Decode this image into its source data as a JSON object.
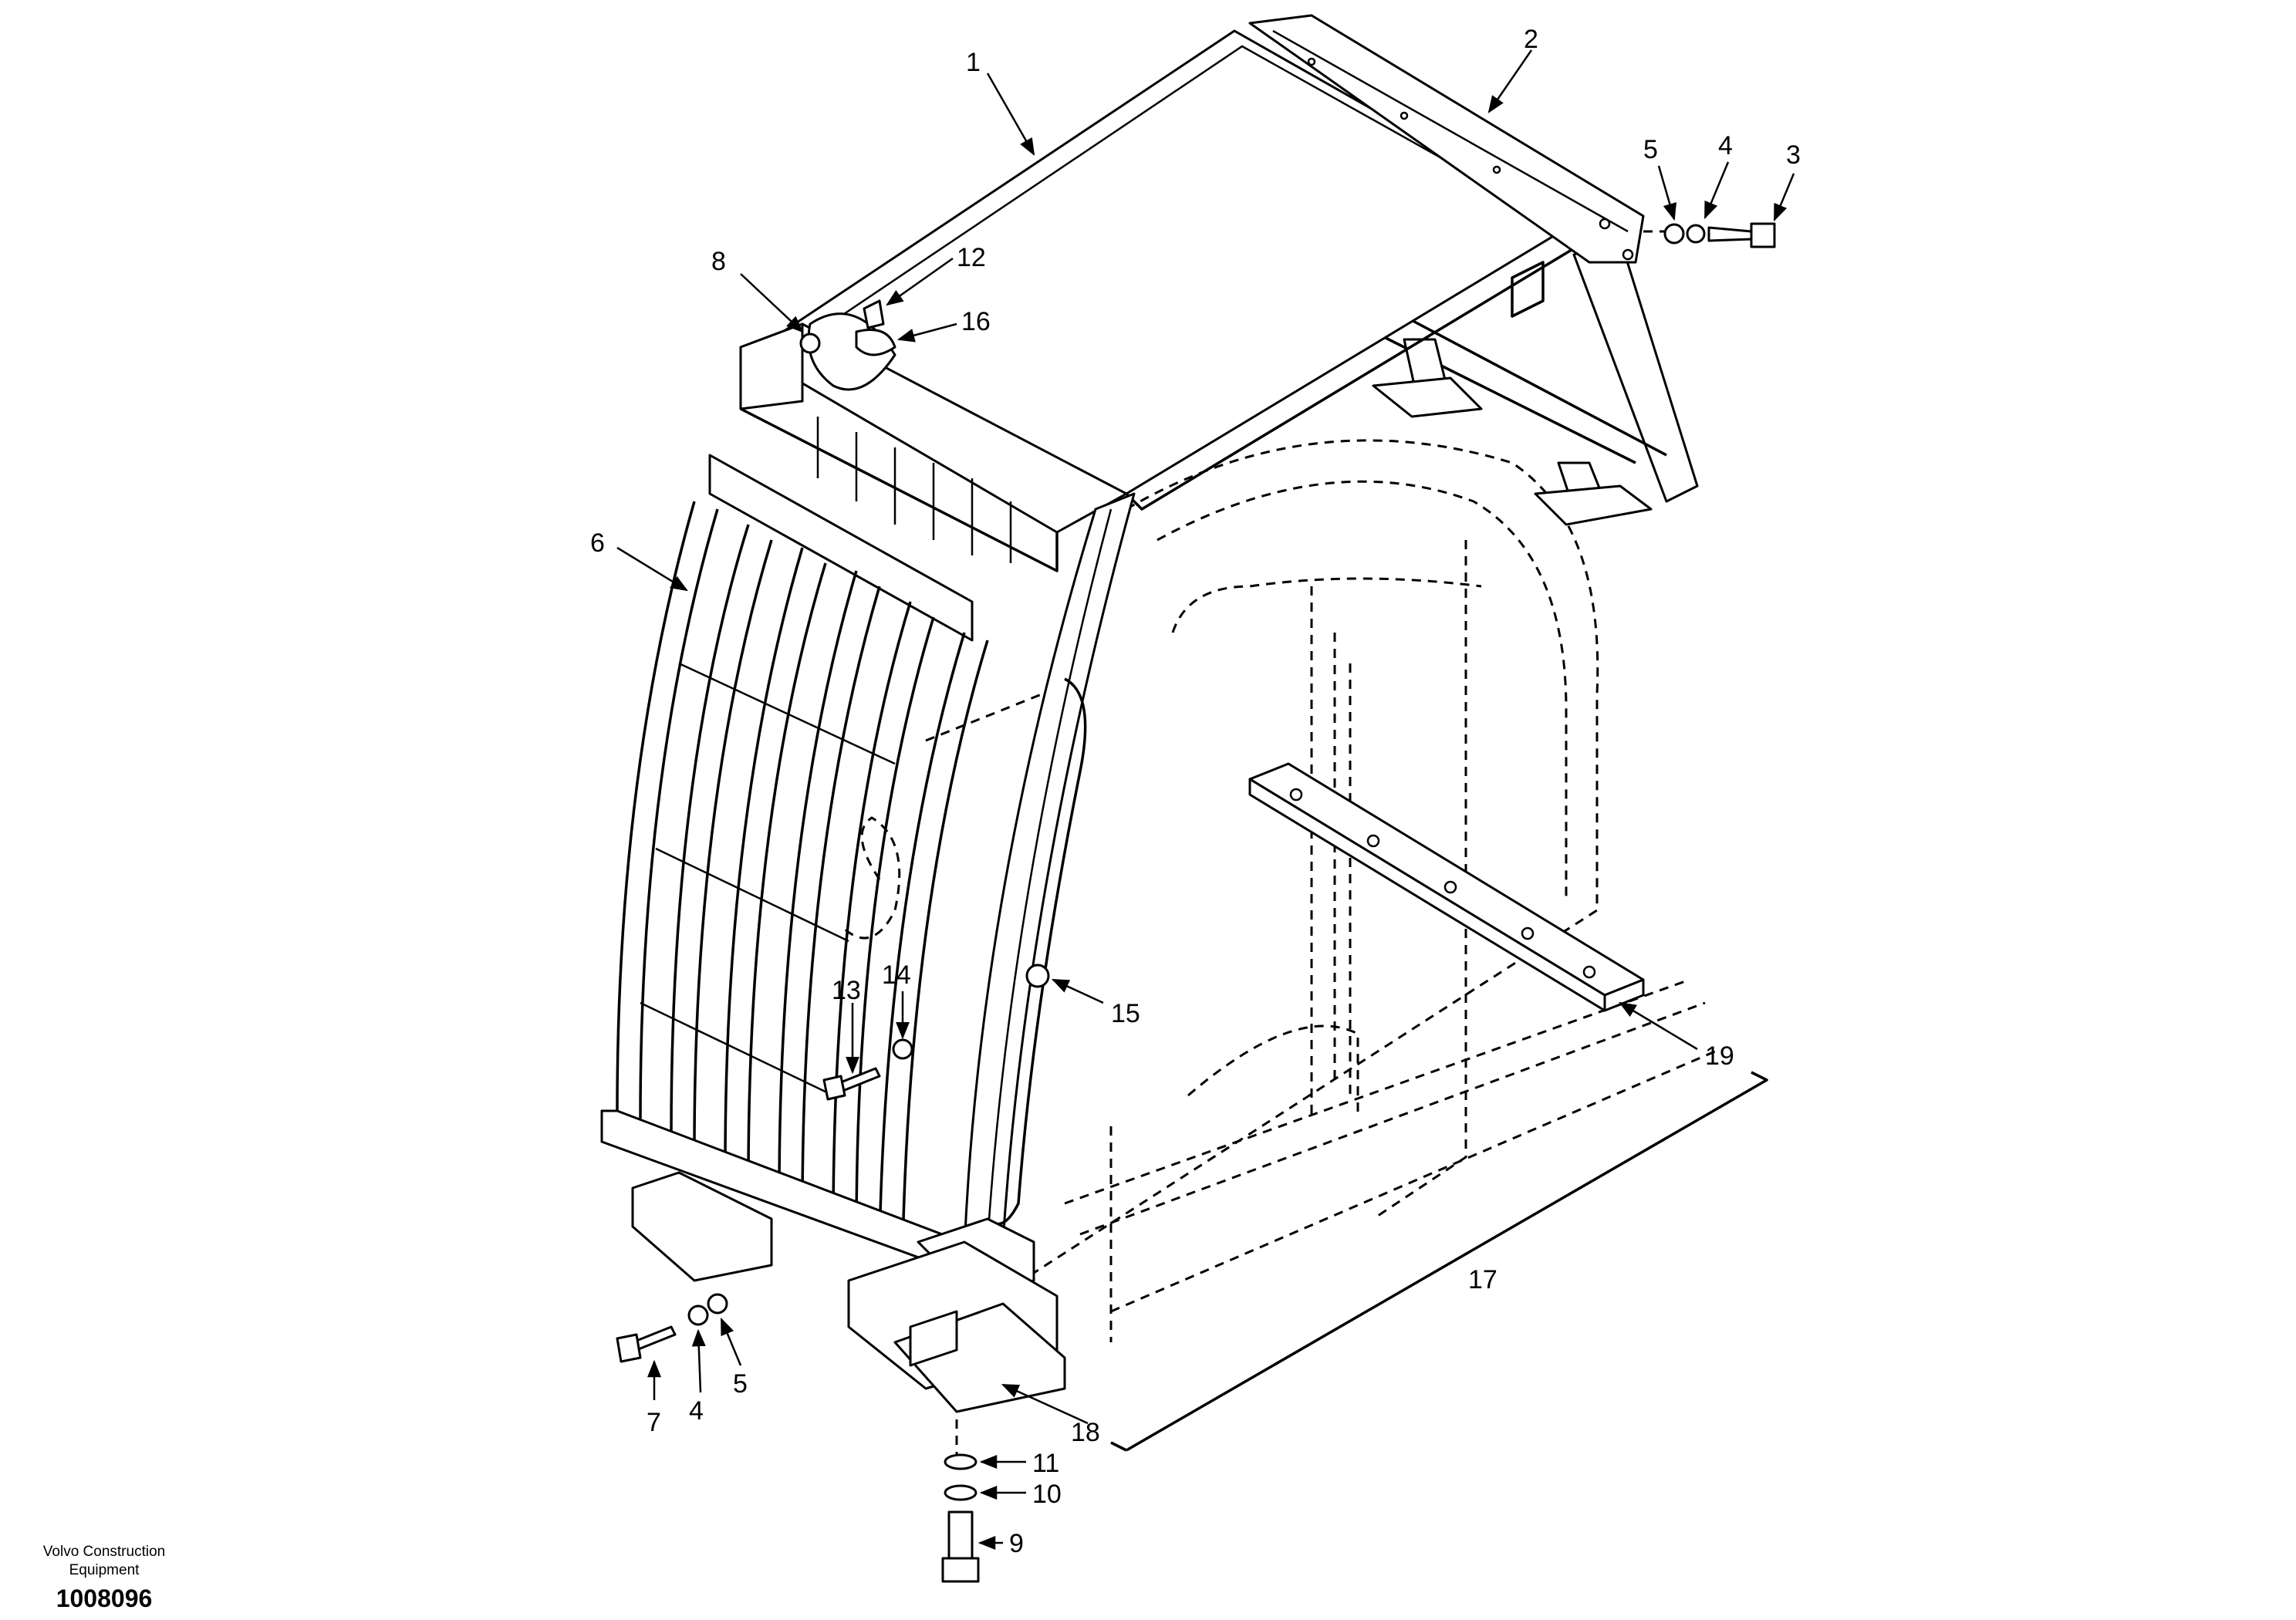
{
  "diagram": {
    "type": "exploded parts drawing",
    "part_labels": [
      "1",
      "2",
      "3",
      "4",
      "5",
      "6",
      "7",
      "4",
      "5",
      "8",
      "9",
      "10",
      "11",
      "12",
      "13",
      "14",
      "15",
      "16",
      "17",
      "18",
      "19"
    ]
  },
  "footer": {
    "manufacturer_line1": "Volvo Construction",
    "manufacturer_line2": "Equipment",
    "document_number": "1008096"
  }
}
